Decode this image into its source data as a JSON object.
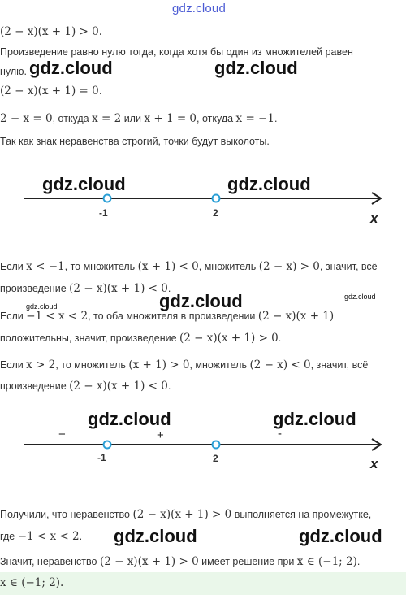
{
  "watermark": {
    "top": "gdz.cloud",
    "text": "gdz.cloud",
    "small": "gdz.cloud"
  },
  "lines": {
    "l1": "(2 − x)(x + 1) > 0.",
    "l2": "Произведение равно нулю тогда, когда хотя бы один из множителей равен",
    "l3": "нулю.",
    "l4": "(2 − x)(x + 1) = 0.",
    "l5a": "2 − x = 0",
    "l5b": ", откуда ",
    "l5c": "x = 2",
    "l5d": " или ",
    "l5e": "x + 1 = 0",
    "l5f": ", откуда ",
    "l5g": "x = −1",
    "l5h": ".",
    "l6": "Так как знак неравенства строгий, точки будут выколоты.",
    "l7a": "Если ",
    "l7b": "x < −1",
    "l7c": ", то множитель ",
    "l7d": "(x + 1) < 0",
    "l7e": ", множитель ",
    "l7f": "(2 − x) > 0",
    "l7g": ", значит, всё",
    "l8a": "произведение ",
    "l8b": "(2 − x)(x + 1) < 0",
    "l8c": ".",
    "l9a": "Если ",
    "l9b": "−1 < x < 2",
    "l9c": ", то оба множителя в произведении ",
    "l9d": "(2 − x)(x + 1)",
    "l10a": "положительны, значит, произведение ",
    "l10b": "(2 − x)(x + 1) > 0",
    "l10c": ".",
    "l11a": "Если ",
    "l11b": "x > 2",
    "l11c": ", то множитель ",
    "l11d": "(x + 1) > 0",
    "l11e": ", множитель ",
    "l11f": "(2 − x) < 0",
    "l11g": ", значит, всё",
    "l12a": "произведение ",
    "l12b": "(2 − x)(x + 1) < 0",
    "l12c": ".",
    "l13a": "Получили, что неравенство ",
    "l13b": "(2 − x)(x + 1) > 0",
    "l13c": " выполняется на промежутке,",
    "l14a": "где ",
    "l14b": "−1 < x < 2",
    "l14c": ".",
    "l15a": "Значит, неравенство ",
    "l15b": "(2 − x)(x + 1) > 0",
    "l15c": " имеет решение при ",
    "l15d": "x ∈ (−1;  2)",
    "l15e": ".",
    "answer": "x ∈ (−1;  2)."
  },
  "number_line_1": {
    "point_left": "-1",
    "point_right": "2",
    "axis_name": "x",
    "point_color": "#2a9fd6"
  },
  "number_line_2": {
    "point_left": "-1",
    "point_right": "2",
    "axis_name": "x",
    "sign_left": "−",
    "sign_middle": "+",
    "sign_right": "-",
    "point_color": "#2a9fd6"
  },
  "colors": {
    "answer_background": "#eaf7ea",
    "watermark_top": "#4b5bd4"
  }
}
